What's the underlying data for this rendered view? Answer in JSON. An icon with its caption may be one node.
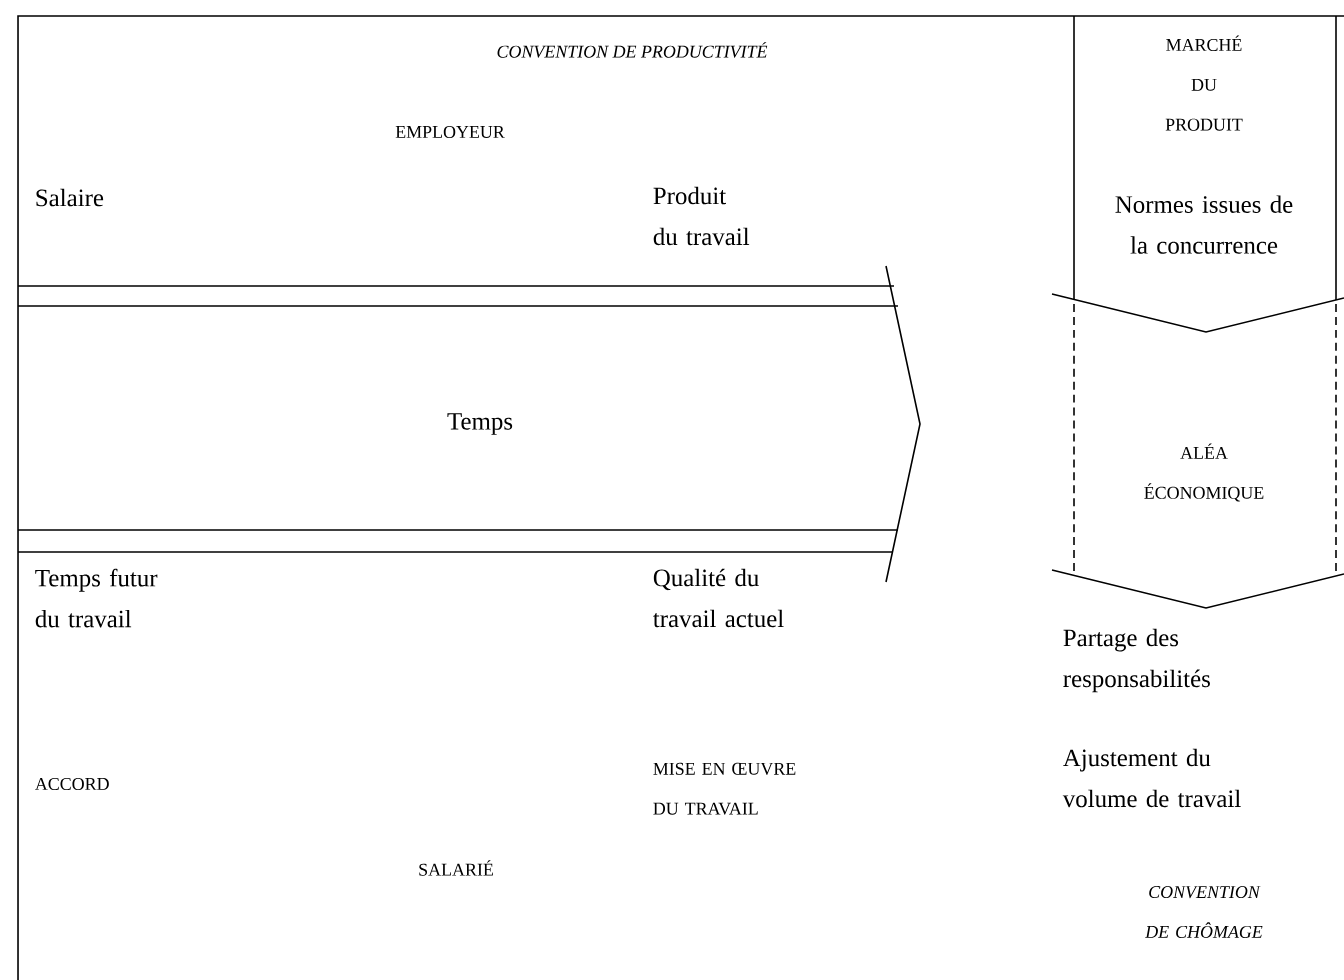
{
  "diagram": {
    "title": "CONVENTION DE PRODUCTIVITÉ",
    "nodes": [
      {
        "text": [
          "Temps"
        ]
      },
      {
        "text": [
          "MARCHÉ DU PRODUIT",
          "Normes issues de la concurrence"
        ]
      },
      {
        "text": [
          "ALÉA ÉCONOMIQUE"
        ]
      }
    ],
    "labels": [
      "EMPLOYEUR",
      "Salaire",
      "Produit du travail",
      "Temps futur du travail",
      "Qualité du travail actuel",
      "Partage des responsabilités",
      "ACCORD",
      "MISE EN ŒUVRE DU TRAVAIL",
      "Ajustement du volume de travail",
      "SALARIÉ",
      "CONVENTION DE CHÔMAGE"
    ]
  }
}
